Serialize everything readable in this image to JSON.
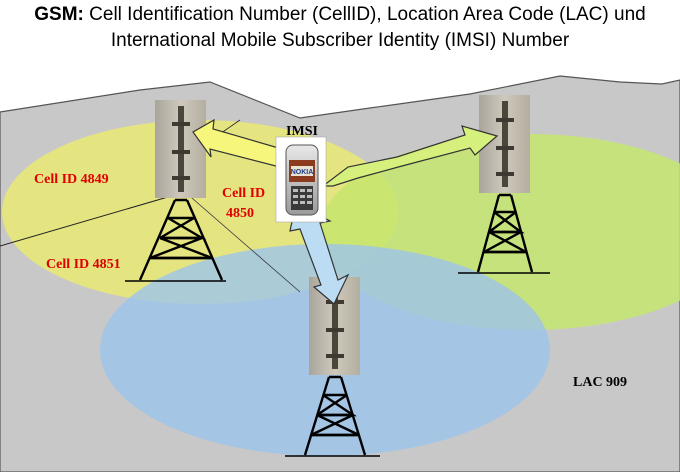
{
  "title": {
    "prefix": "GSM:",
    "text": "Cell Identification Number (CellID), Location Area Code (LAC) und International Mobile Subscriber Identity (IMSI) Number"
  },
  "labels": {
    "cell_4849": "Cell ID 4849",
    "cell_4851": "Cell ID 4851",
    "cell_4850_line1": "Cell ID",
    "cell_4850_line2": "4850",
    "imsi": "IMSI",
    "lac": "LAC 909",
    "phone_brand": "NOKIA"
  },
  "colors": {
    "lac_area": "#c8c8c8",
    "cell_yellow": "#e4e47a",
    "cell_green": "#c4e46e",
    "cell_blue": "#9cc4ea",
    "arrow_yellow": "#f6f67c",
    "arrow_green": "#d6f07e",
    "arrow_blue": "#bcdcf4",
    "label_red": "#e00000"
  }
}
